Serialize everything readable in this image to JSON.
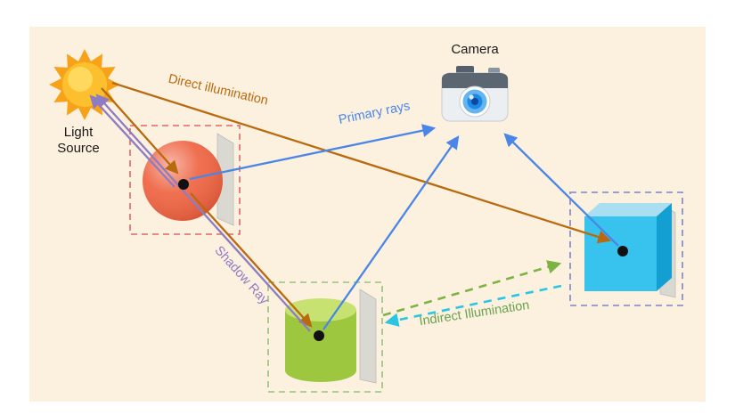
{
  "scene": {
    "light_source": {
      "label_line1": "Light",
      "label_line2": "Source"
    },
    "camera": {
      "label": "Camera"
    },
    "rays": {
      "direct": {
        "label": "Direct illumination",
        "color": "#b96a0e"
      },
      "primary": {
        "label": "Primary rays",
        "color": "#4a86e8"
      },
      "shadow": {
        "label": "Shadow Ray",
        "color": "#8e7cc3"
      },
      "indirect": {
        "label": "Indirect Illumination",
        "label_color": "#69a24e",
        "color_to_cube": "#7cb342",
        "color_to_cylinder": "#2bc5e4"
      }
    },
    "objects": {
      "sphere": {
        "color": "#ee5f3c",
        "box_color": "#e06666"
      },
      "cylinder": {
        "color": "#9dc73e",
        "top_color": "#c8e272",
        "box_color": "#93c47d"
      },
      "cube": {
        "front_color": "#38c3ef",
        "top_color": "#a9dff0",
        "side_color": "#149fd2",
        "box_color": "#7986cb"
      }
    },
    "colors": {
      "background": "#fcf0df",
      "panel": "#d9d9d2",
      "sun_rays": "#f7a219",
      "sun_core": "#fcc02e",
      "dot": "#111111"
    }
  }
}
